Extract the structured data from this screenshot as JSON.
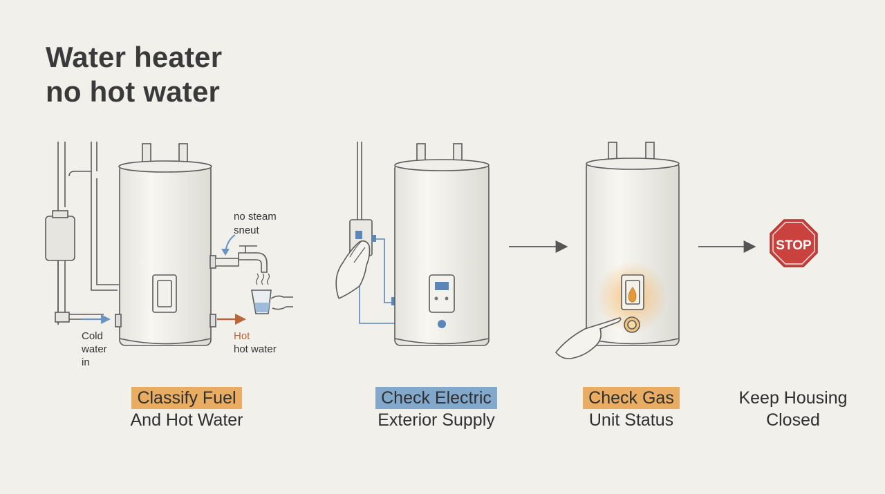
{
  "title": {
    "line1": "Water heater",
    "line2": "no hot water"
  },
  "annotations": {
    "no_steam_1": "no steam",
    "no_steam_2": "sneut",
    "cold_1": "Cold",
    "cold_2": "water",
    "cold_3": "in",
    "hot_1": "Hot",
    "hot_2": "hot water",
    "stop_sign": "STOP"
  },
  "steps": [
    {
      "highlight": "Classify Fuel",
      "sub": "And Hot Water",
      "highlight_color": "#e8ad63"
    },
    {
      "highlight": "Check Electric",
      "sub": "Exterior Supply",
      "highlight_color": "#82a9cc"
    },
    {
      "highlight": "Check Gas",
      "sub": "Unit Status",
      "highlight_color": "#e8ad63"
    },
    {
      "line1": "Keep Housing",
      "line2": "Closed"
    }
  ],
  "colors": {
    "background": "#f1f0ea",
    "line": "#5a5a5a",
    "cold_arrow": "#6b93bf",
    "hot_arrow": "#b8663a",
    "stop_red": "#c9423d",
    "flame": "#e59a3a"
  },
  "icons": [
    "pipe-icon",
    "tap-icon",
    "steam-cup-icon",
    "hand-icon",
    "thermostat-icon",
    "flame-icon",
    "stop-sign-icon",
    "arrow-right-icon"
  ]
}
